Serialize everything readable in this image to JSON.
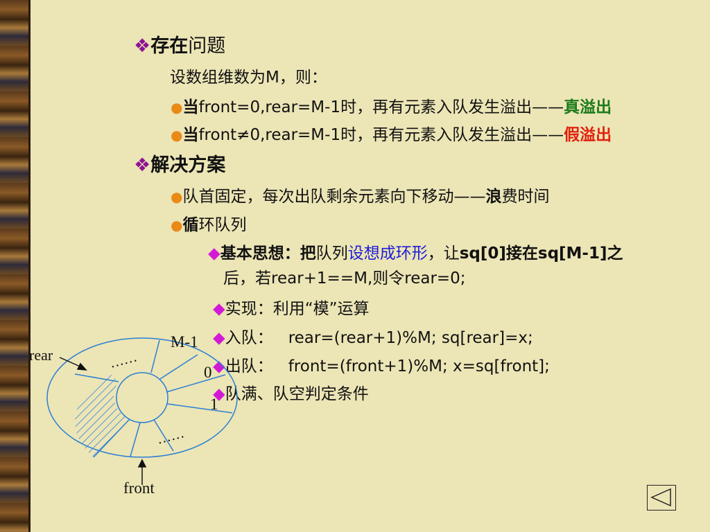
{
  "section1": {
    "marker": "❖",
    "title_a": "存在",
    "title_b": "问题"
  },
  "intro": "设数组维数为M，则：",
  "b1": {
    "a": "当",
    "b": "front=0,rear=M-1时，再有元素入队发生溢出——",
    "c": "真溢出"
  },
  "b2": {
    "a": "当",
    "b": "front≠0,rear=M-1时，再有元素入队发生溢出——",
    "c": "假溢出"
  },
  "section2": {
    "marker": "❖",
    "title": "解决方案"
  },
  "b3": {
    "a": "队首固定，每次出队剩余元素向下移动——",
    "b": "浪",
    "c": "费时间"
  },
  "b4": {
    "a": "循",
    "b": "环队列"
  },
  "sub1": {
    "marker": "◆",
    "a": "基本思想：把",
    "b": "队列",
    "c": "设想成环形",
    "d": "，让",
    "e": "sq[0]接在sq[M-1]之",
    "f": "后，若rear+1==M,则令rear=0;"
  },
  "sub2": {
    "marker": "◆",
    "text": "实现：利用“模”运算"
  },
  "sub3": {
    "marker": "◆",
    "a": "入队：",
    "b": "rear=(rear+1)%M;    sq[rear]=x;"
  },
  "sub4": {
    "marker": "◆",
    "a": "出队：",
    "b": "front=(front+1)%M;    x=sq[front];"
  },
  "sub5": {
    "marker": "◆",
    "text": "队满、队空判定条件"
  },
  "diagram": {
    "label_m1": "M-1",
    "label_0": "0",
    "label_1": "1",
    "label_rear": "rear",
    "label_front": "front",
    "dots_top": "……",
    "dots_bottom": "……"
  },
  "colors": {
    "background": "#ece5b6",
    "orange": "#e98a17",
    "purple": "#8d1393",
    "magenta": "#d21ad6",
    "green": "#1a7a1a",
    "red": "#e3200c",
    "blue": "#1e1ed8",
    "ring": "#2a7fd4"
  }
}
